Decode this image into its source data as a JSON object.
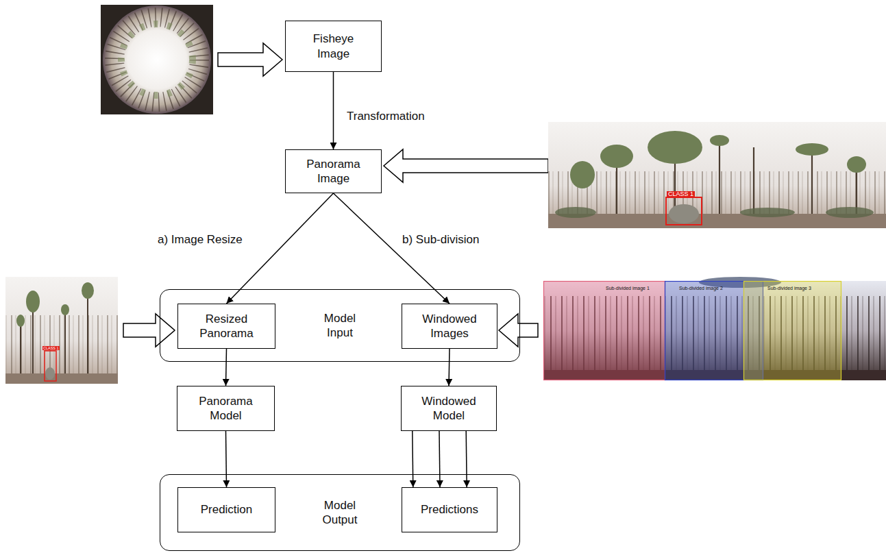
{
  "diagram": {
    "nodes": [
      {
        "text": [
          "Fisheye Image"
        ]
      },
      {
        "text": [
          "Panorama Image"
        ]
      },
      {
        "text": [
          "Model Input"
        ]
      },
      {
        "text": [
          "Resized Panorama"
        ],
        "in": 2
      },
      {
        "text": [
          "Windowed Images"
        ],
        "in": 2
      },
      {
        "text": [
          "Panorama Model"
        ]
      },
      {
        "text": [
          "Windowed Model"
        ]
      },
      {
        "text": [
          "Model Output"
        ]
      },
      {
        "text": [
          "Prediction"
        ],
        "in": 7
      },
      {
        "text": [
          "Predictions"
        ],
        "in": 7
      }
    ],
    "edges": [
      {
        "from": 0,
        "to": 1,
        "label": "Transformation",
        "arrow": "to"
      },
      {
        "from": 1,
        "to": 3,
        "label": "a) Image Resize",
        "arrow": "to"
      },
      {
        "from": 1,
        "to": 4,
        "label": "b) Sub-division",
        "arrow": "to"
      },
      {
        "from": 3,
        "to": 5,
        "arrow": "to"
      },
      {
        "from": 4,
        "to": 6,
        "arrow": "to"
      },
      {
        "from": 5,
        "to": 8,
        "arrow": "to"
      },
      {
        "from": 6,
        "to": 9,
        "arrow": "to"
      },
      {
        "from": 6,
        "to": 9,
        "arrow": "to"
      },
      {
        "from": 6,
        "to": 9,
        "arrow": "to"
      }
    ],
    "labels": [
      "CLASS 1",
      "CLASS 1",
      "Sub-divided image 1",
      "Sub-divided image 2",
      "Sub-divided image 3"
    ]
  }
}
